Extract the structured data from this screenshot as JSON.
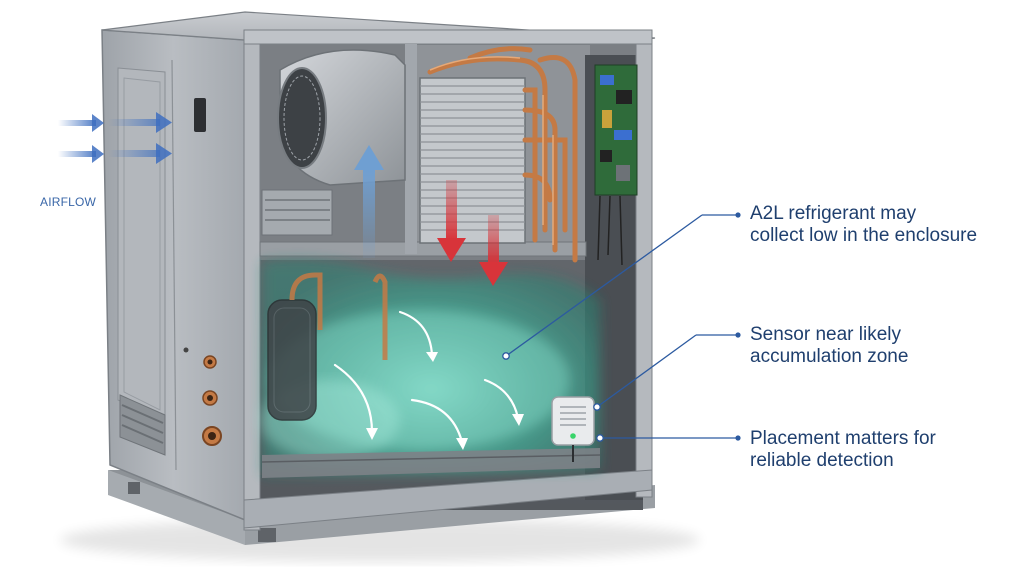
{
  "airflow_label": "AIRFLOW",
  "callouts": [
    {
      "line1": "A2L refrigerant may",
      "line2": "collect low in the enclosure"
    },
    {
      "line1": "Sensor near likely",
      "line2": "accumulation zone"
    },
    {
      "line1": "Placement matters for",
      "line2": "reliable detection"
    }
  ],
  "colors": {
    "callout_text": "#1f3f6e",
    "callout_line": "#2c5aa0",
    "airflow_text": "#3a67a8",
    "airflow_arrow": "#3e6fc0",
    "up_arrow": "#6f9fd2",
    "down_arrow": "#d8343a",
    "refrigerant_cloud": "#3fb39b",
    "cabinet_metal": "#a9aeb4",
    "copper": "#c47a45"
  }
}
